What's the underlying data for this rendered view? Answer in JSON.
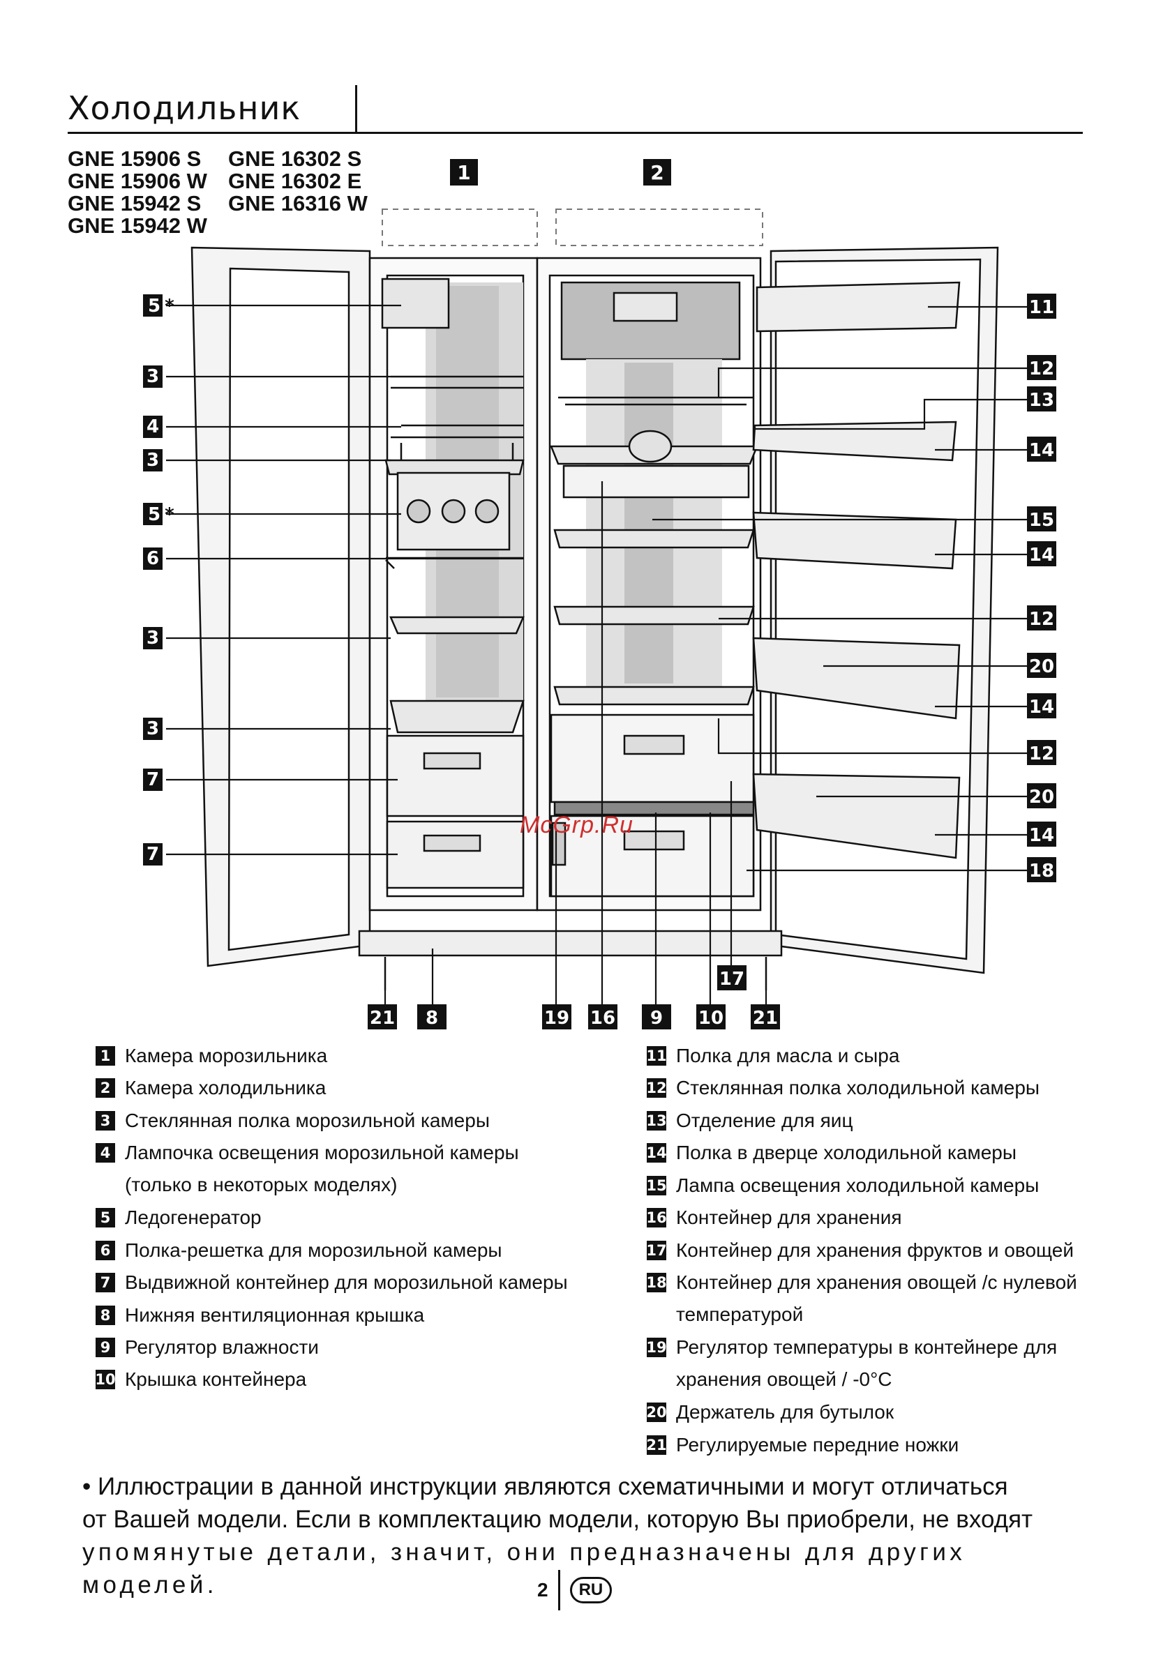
{
  "page": {
    "title": "Холодильник",
    "models_col1": [
      "GNE 15906 S",
      "GNE 15906 W",
      "GNE 15942 S",
      "GNE 15942 W"
    ],
    "models_col2": [
      "GNE 16302 S",
      "GNE 16302 E",
      "GNE 16316 W"
    ],
    "watermark": "McGrp.Ru",
    "page_number": "2",
    "language_badge": "RU"
  },
  "diagram": {
    "section_labels": [
      "1",
      "2"
    ],
    "left_callouts": [
      "5*",
      "3",
      "4",
      "3",
      "5*",
      "6",
      "3",
      "3",
      "7",
      "7"
    ],
    "right_callouts": [
      "11",
      "12",
      "13",
      "14",
      "15",
      "14",
      "12",
      "20",
      "14",
      "12",
      "20",
      "14",
      "18"
    ],
    "bottom_callouts": [
      "21",
      "8",
      "19",
      "16",
      "9",
      "10",
      "21"
    ],
    "extra_callout": "17"
  },
  "legend": {
    "left": [
      {
        "num": "1",
        "text": "Камера морозильника"
      },
      {
        "num": "2",
        "text": "Камера холодильника"
      },
      {
        "num": "3",
        "text": "Стеклянная полка морозильной камеры"
      },
      {
        "num": "4",
        "text": "Лампочка освещения морозильной камеры\n(только в некоторых моделях)"
      },
      {
        "num": "5",
        "text": "Ледогенератор"
      },
      {
        "num": "6",
        "text": "Полка-решетка для морозильной камеры"
      },
      {
        "num": "7",
        "text": "Выдвижной контейнер для морозильной камеры"
      },
      {
        "num": "8",
        "text": "Нижняя вентиляционная крышка"
      },
      {
        "num": "9",
        "text": "Регулятор влажности"
      },
      {
        "num": "10",
        "text": "Крышка контейнера"
      }
    ],
    "right": [
      {
        "num": "11",
        "text": "Полка для масла и сыра"
      },
      {
        "num": "12",
        "text": "Стеклянная полка холодильной камеры"
      },
      {
        "num": "13",
        "text": "Отделение для яиц"
      },
      {
        "num": "14",
        "text": "Полка в дверце холодильной камеры"
      },
      {
        "num": "15",
        "text": "Лампа освещения холодильной камеры"
      },
      {
        "num": "16",
        "text": "Контейнер для хранения"
      },
      {
        "num": "17",
        "text": "Контейнер для хранения фруктов и овощей"
      },
      {
        "num": "18",
        "text": "Контейнер для хранения овощей /с нулевой\nтемпературой"
      },
      {
        "num": "19",
        "text": "Регулятор температуры в контейнере для\nхранения овощей / -0°C"
      },
      {
        "num": "20",
        "text": "Держатель для бутылок"
      },
      {
        "num": "21",
        "text": "Регулируемые передние ножки"
      }
    ]
  },
  "note": {
    "line1": "• Иллюстрации в данной инструкции являются схематичными и могут отличаться",
    "line2": "от Вашей модели. Если в комплектацию модели, которую Вы приобрели, не входят",
    "line3": "упомянутые детали, значит, они предназначены для других моделей."
  }
}
